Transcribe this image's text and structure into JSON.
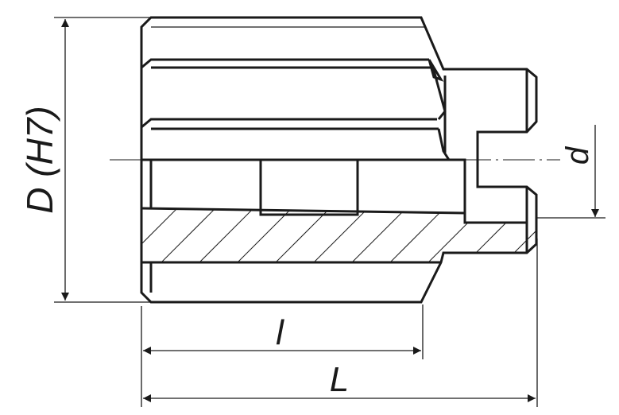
{
  "labels": {
    "diameter": "D (H7)",
    "shank_diameter": "d",
    "cutting_length": "l",
    "total_length": "L"
  },
  "colors": {
    "line": "#1a1a1a",
    "background": "#ffffff"
  }
}
